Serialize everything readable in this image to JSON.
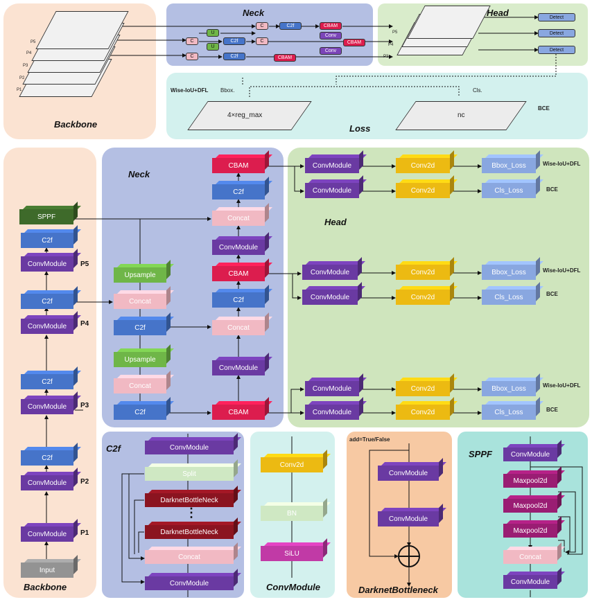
{
  "top": {
    "backbone_title": "Backbone",
    "neck_title": "Neck",
    "head_title": "Head",
    "loss_title": "Loss",
    "loss_left_label": "Wise-IoU+DFL",
    "bbox_label": "Bbox.",
    "cls_label": "Cls.",
    "bce_label": "BCE",
    "reg_box": "4×reg_max",
    "nc_box": "nc",
    "layers": [
      "P5",
      "P4",
      "P3",
      "P2",
      "P1"
    ],
    "head_layers": [
      "P5",
      "P4",
      "P3"
    ],
    "detect": [
      "Detect",
      "Detect",
      "Detect"
    ],
    "neck_nodes": {
      "c": "C",
      "u": "U",
      "c2f": "C2f",
      "cbam": "CBAM",
      "conv": "Conv"
    }
  },
  "backbone": {
    "title": "Backbone",
    "sppf": "SPPF",
    "c2f": "C2f",
    "conv": "ConvModule",
    "input": "Input",
    "p_labels": [
      "P5",
      "P4",
      "P3",
      "P2",
      "P1"
    ]
  },
  "neck": {
    "title": "Neck",
    "cbam": "CBAM",
    "c2f": "C2f",
    "concat": "Concat",
    "conv": "ConvModule",
    "upsample": "Upsample"
  },
  "head": {
    "title": "Head",
    "conv": "ConvModule",
    "conv2d": "Conv2d",
    "bbox_loss": "Bbox_Loss",
    "cls_loss": "Cls_Loss",
    "wiou": "Wise-IoU+DFL",
    "bce": "BCE"
  },
  "c2f_panel": {
    "title": "C2f",
    "conv": "ConvModule",
    "split": "Split",
    "bottleneck": "DarknetBottleNeck",
    "dots": "⋮",
    "concat": "Concat"
  },
  "conv_panel": {
    "title": "ConvModule",
    "conv2d": "Conv2d",
    "bn": "BN",
    "silu": "SiLU"
  },
  "darknet_panel": {
    "title": "DarknetBottleneck",
    "add_label": "add=True/False",
    "conv": "ConvModule"
  },
  "sppf_panel": {
    "title": "SPPF",
    "conv": "ConvModule",
    "maxpool": "Maxpool2d",
    "concat": "Concat"
  },
  "colors": {
    "backbone_bg": "#fbe3d2",
    "neck_bg": "#b4bfe3",
    "head_bg": "#cfe5bd",
    "loss_bg": "#d3f1ee",
    "conv_purple": "#6a3aa2",
    "c2f_blue": "#4674c9",
    "cbam_red": "#dc1d4e",
    "concat_pink": "#f1b9c3",
    "upsample_green": "#6fb648",
    "sppf_green": "#3e6a2a",
    "conv2d_yellow": "#ecba12",
    "loss_blue": "#89a7e0",
    "input_gray": "#939393"
  }
}
